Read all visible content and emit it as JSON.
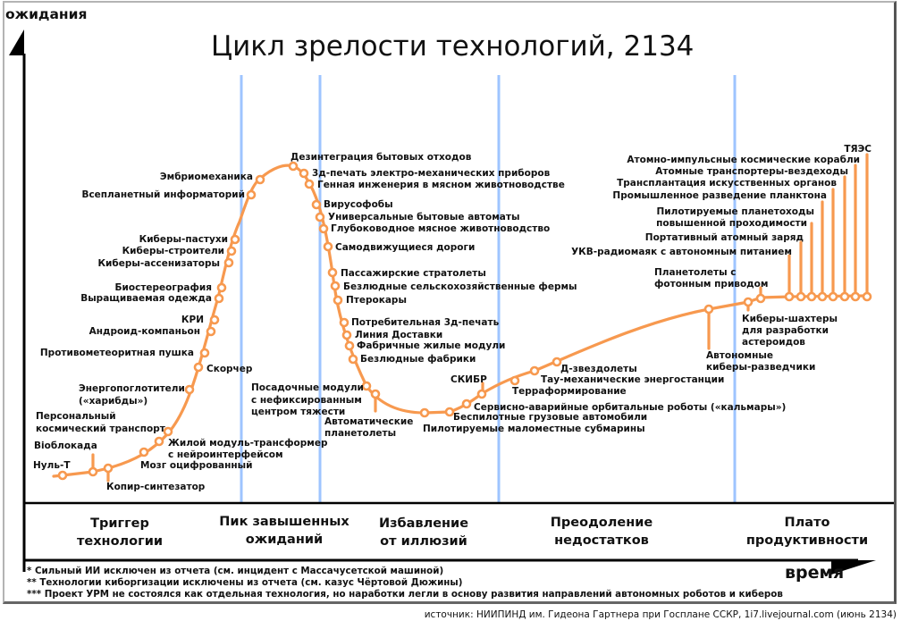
{
  "title": "Цикл зрелости технологий, 2134",
  "axes": {
    "y_label": "ожидания",
    "x_label": "время"
  },
  "phases": [
    {
      "line1": "Триггер",
      "line2": "технологии"
    },
    {
      "line1": "Пик завышенных",
      "line2": "ожиданий"
    },
    {
      "line1": "Избавление",
      "line2": "от иллюзий"
    },
    {
      "line1": "Преодоление",
      "line2": "недостатков"
    },
    {
      "line1": "Плато",
      "line2": "продуктивности"
    }
  ],
  "footnotes": [
    "* Сильный ИИ исключен из отчета (см. инцидент с Массачусетской машиной)",
    "** Технологии киборгизации исключены из отчета (см. казус Чёртовой Дюжины)",
    "*** Проект УРМ не состоялся как отдельная технология, но наработки легли в основу развития направлений автономных роботов и киберов"
  ],
  "source": "источник: НИИПИНД им. Гидеона Гартнера при Госплане ССКР, 1i7.livejournal.com (июнь 2134)",
  "colors": {
    "curve": "#f7994f",
    "phase_divider": "#9ec4ff",
    "axis": "#000000",
    "text": "#111111"
  },
  "labels": {
    "nul_t": "Нуль-Т",
    "bioblokada": "Bioблокада",
    "kopir": "Копир-синтезатор",
    "mozg": "Мозг оцифрованный",
    "zhiloy1": "Жилой модуль-трансформер",
    "zhiloy2": "с нейроинтерфейсом",
    "perstrans1": "Персональный",
    "perstrans2": "космический транспорт",
    "energo1": "Энергопоглотители",
    "energo2": "(«харибды»)",
    "skorcher": "Скорчер",
    "pushka": "Противометеоритная пушка",
    "android": "Андроид-компаньон",
    "kri": "КРИ",
    "odezhda": "Выращиваемая одежда",
    "biostereo": "Биостереография",
    "assen": "Киберы-ассенизаторы",
    "stroiteli": "Киберы-строители",
    "pastuhi": "Киберы-пастухи",
    "vseplan": "Всепланетный информаторий",
    "embrio": "Эмбриомеханика",
    "dezint": "Дезинтеграция бытовых отходов",
    "zd_elmech": "3д-печать электро-механических приборов",
    "gennaya": "Генная инженерия в мясном животноводстве",
    "virusofoby": "Вирусофобы",
    "univers": "Универсальные бытовые автоматы",
    "glubok": "Глубоководное мясное животноводство",
    "samodv": "Самодвижущиеся дороги",
    "strato": "Пассажирские стратолеты",
    "fermy": "Безлюдные сельскохозяйственные фермы",
    "pterokary": "Птерокары",
    "potreb": "Потребительная 3д-печать",
    "liniya": "Линия Доставки",
    "fabr_moduli": "Фабричные жилые модули",
    "bezl_fabriki": "Безлюдные фабрики",
    "posad1": "Посадочные модули",
    "posad2": "с нефиксированным",
    "posad3": "центром тяжести",
    "avtoplan1": "Автоматические",
    "avtoplan2": "планетолеты",
    "submariny": "Пилотируемые маломестные субмарины",
    "gruzovye": "Беспилотные грузовые автомобили",
    "kalmary": "Сервисно-аварийные орбитальные роботы («кальмары»)",
    "skibr": "СКИБР",
    "terraform": "Терраформирование",
    "tau": "Тау-механические энергостанции",
    "d_zvezd": "Д-звездолеты",
    "razved1": "Автономные",
    "razved2": "киберы-разведчики",
    "shahtery1": "Киберы-шахтеры",
    "shahtery2": "для разработки",
    "shahtery3": "астероидов",
    "foton1": "Планетолеты с",
    "foton2": "фотонным приводом",
    "ukv": "УКВ-радиомаяк с автономным питанием",
    "zaryad": "Портативный атомный заряд",
    "planetohod1": "Пилотируемые планетоходы",
    "planetohod2": "повышенной проходимости",
    "plankton": "Промышленное разведение планктона",
    "organy": "Трансплантация искусственных органов",
    "vezdehody": "Атомные транспортеры-вездеходы",
    "korabli": "Атомно-импульсные космические корабли",
    "tyaes": "ТЯЭС"
  },
  "chart_data": {
    "type": "line",
    "title": "Цикл зрелости технологий, 2134",
    "xlabel": "время",
    "ylabel": "ожидания",
    "grid": false,
    "phase_boundaries_x": [
      270,
      358,
      558,
      822
    ],
    "phases": [
      "Триггер технологии",
      "Пик завышенных ожиданий",
      "Избавление от иллюзий",
      "Преодоление недостатков",
      "Плато продуктивности"
    ],
    "points": [
      {
        "name": "Нуль-Т",
        "phase": "Триггер технологии"
      },
      {
        "name": "Биоблокада",
        "phase": "Триггер технологии"
      },
      {
        "name": "Копир-синтезатор",
        "phase": "Триггер технологии"
      },
      {
        "name": "Мозг оцифрованный",
        "phase": "Триггер технологии"
      },
      {
        "name": "Жилой модуль-трансформер с нейроинтерфейсом",
        "phase": "Триггер технологии"
      },
      {
        "name": "Персональный космический транспорт",
        "phase": "Триггер технологии"
      },
      {
        "name": "Энергопоглотители («харибды»)",
        "phase": "Триггер технологии"
      },
      {
        "name": "Скорчер",
        "phase": "Триггер технологии"
      },
      {
        "name": "Противометеоритная пушка",
        "phase": "Триггер технологии"
      },
      {
        "name": "Андроид-компаньон",
        "phase": "Триггер технологии"
      },
      {
        "name": "КРИ",
        "phase": "Триггер технологии"
      },
      {
        "name": "Выращиваемая одежда",
        "phase": "Триггер технологии"
      },
      {
        "name": "Биостереография",
        "phase": "Триггер технологии"
      },
      {
        "name": "Киберы-ассенизаторы",
        "phase": "Триггер технологии"
      },
      {
        "name": "Киберы-строители",
        "phase": "Триггер технологии"
      },
      {
        "name": "Киберы-пастухи",
        "phase": "Триггер технологии"
      },
      {
        "name": "Всепланетный информаторий",
        "phase": "Пик завышенных ожиданий"
      },
      {
        "name": "Эмбриомеханика",
        "phase": "Пик завышенных ожиданий"
      },
      {
        "name": "Дезинтеграция бытовых отходов",
        "phase": "Пик завышенных ожиданий"
      },
      {
        "name": "3д-печать электро-механических приборов",
        "phase": "Пик завышенных ожиданий"
      },
      {
        "name": "Генная инженерия в мясном животноводстве",
        "phase": "Пик завышенных ожиданий"
      },
      {
        "name": "Вирусофобы",
        "phase": "Пик завышенных ожиданий"
      },
      {
        "name": "Универсальные бытовые автоматы",
        "phase": "Избавление от иллюзий"
      },
      {
        "name": "Глубоководное мясное животноводство",
        "phase": "Избавление от иллюзий"
      },
      {
        "name": "Самодвижущиеся дороги",
        "phase": "Избавление от иллюзий"
      },
      {
        "name": "Пассажирские стратолеты",
        "phase": "Избавление от иллюзий"
      },
      {
        "name": "Безлюдные сельскохозяйственные фермы",
        "phase": "Избавление от иллюзий"
      },
      {
        "name": "Птерокары",
        "phase": "Избавление от иллюзий"
      },
      {
        "name": "Потребительная 3д-печать",
        "phase": "Избавление от иллюзий"
      },
      {
        "name": "Линия Доставки",
        "phase": "Избавление от иллюзий"
      },
      {
        "name": "Фабричные жилые модули",
        "phase": "Избавление от иллюзий"
      },
      {
        "name": "Безлюдные фабрики",
        "phase": "Избавление от иллюзий"
      },
      {
        "name": "Посадочные модули с нефиксированным центром тяжести",
        "phase": "Избавление от иллюзий"
      },
      {
        "name": "Автоматические планетолеты",
        "phase": "Избавление от иллюзий"
      },
      {
        "name": "Пилотируемые маломестные субмарины",
        "phase": "Избавление от иллюзий"
      },
      {
        "name": "Беспилотные грузовые автомобили",
        "phase": "Избавление от иллюзий"
      },
      {
        "name": "Сервисно-аварийные орбитальные роботы («кальмары»)",
        "phase": "Избавление от иллюзий"
      },
      {
        "name": "СКИБР",
        "phase": "Избавление от иллюзий"
      },
      {
        "name": "Терраформирование",
        "phase": "Преодоление недостатков"
      },
      {
        "name": "Тау-механические энергостанции",
        "phase": "Преодоление недостатков"
      },
      {
        "name": "Д-звездолеты",
        "phase": "Преодоление недостатков"
      },
      {
        "name": "Автономные киберы-разведчики",
        "phase": "Преодоление недостатков"
      },
      {
        "name": "Киберы-шахтеры для разработки астероидов",
        "phase": "Плато продуктивности"
      },
      {
        "name": "Планетолеты с фотонным приводом",
        "phase": "Плато продуктивности"
      },
      {
        "name": "УКВ-радиомаяк с автономным питанием",
        "phase": "Плато продуктивности"
      },
      {
        "name": "Портативный атомный заряд",
        "phase": "Плато продуктивности"
      },
      {
        "name": "Пилотируемые планетоходы повышенной проходимости",
        "phase": "Плато продуктивности"
      },
      {
        "name": "Промышленное разведение планктона",
        "phase": "Плато продуктивности"
      },
      {
        "name": "Трансплантация искусственных органов",
        "phase": "Плато продуктивности"
      },
      {
        "name": "Атомные транспортеры-вездеходы",
        "phase": "Плато продуктивности"
      },
      {
        "name": "Атомно-импульсные космические корабли",
        "phase": "Плато продуктивности"
      },
      {
        "name": "ТЯЭС",
        "phase": "Плато продуктивности"
      }
    ]
  }
}
